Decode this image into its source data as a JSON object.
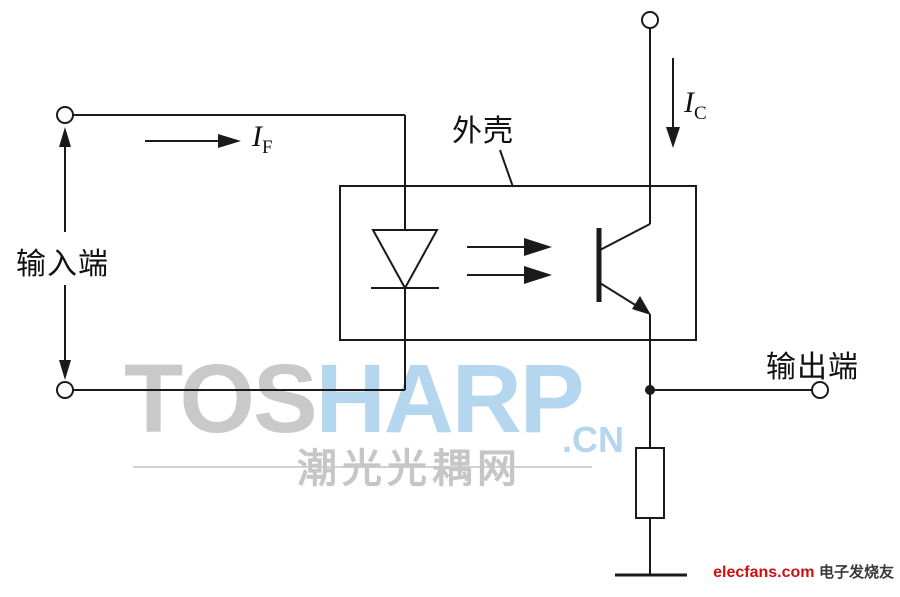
{
  "diagram": {
    "type": "optocoupler-circuit-schematic",
    "labels": {
      "case": "外壳",
      "input_terminal": "输入端",
      "output_terminal": "输出端",
      "forward_current_symbol": "I",
      "forward_current_sub": "F",
      "collector_current_symbol": "I",
      "collector_current_sub": "C"
    },
    "symbols": [
      "input-terminal-top",
      "input-terminal-bottom",
      "output-terminal-top",
      "output-terminal-right",
      "led-diode",
      "light-emission-arrows",
      "phototransistor",
      "package-box",
      "load-resistor",
      "ground-bar"
    ]
  },
  "watermark": {
    "brand_gray": "TOS",
    "brand_blue": "HARP",
    "site_name": "潮光光耦网",
    "domain_suffix": ".CN"
  },
  "footer": {
    "site": "elecfans.com",
    "site_cn": "电子发烧友"
  },
  "colors": {
    "line": "#1a1a1a",
    "watermark_gray": "#c9c9c9",
    "watermark_blue": "#b5d6ef",
    "footer_red": "#cc1111"
  }
}
